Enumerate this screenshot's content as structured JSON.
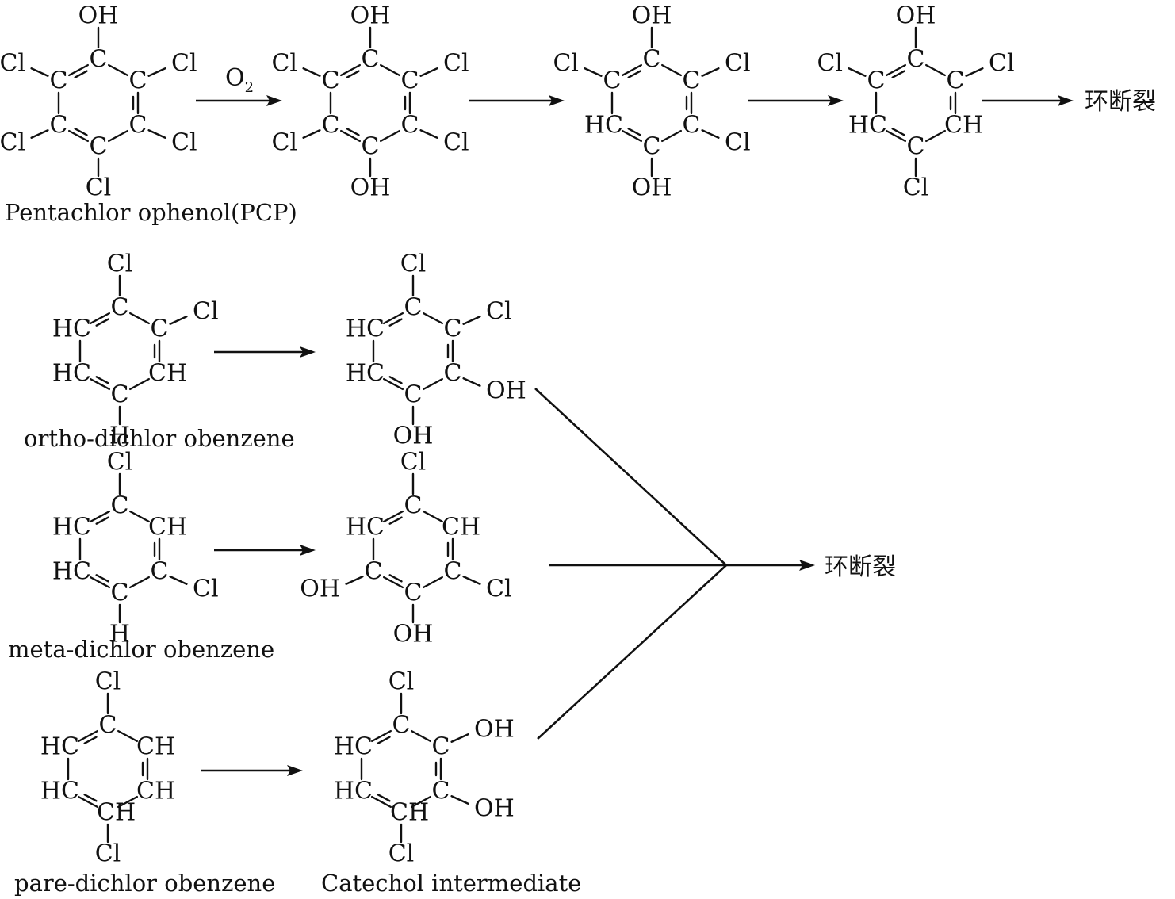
{
  "reactions": {
    "pcp": {
      "name": "Pentachlor ophenol(PCP)",
      "reagent": "O",
      "reagent_sub": "2",
      "product": "环断裂"
    },
    "ortho": {
      "name": "ortho-dichlor obenzene"
    },
    "meta": {
      "name": "meta-dichlor obenzene"
    },
    "para": {
      "name": "pare-dichlor obenzene"
    },
    "catechol_label": "Catechol intermediate",
    "merged_product": "环断裂"
  },
  "atoms": {
    "OH": "OH",
    "Cl": "Cl",
    "C": "C",
    "HC": "HC",
    "CH": "CH",
    "H": "H"
  }
}
